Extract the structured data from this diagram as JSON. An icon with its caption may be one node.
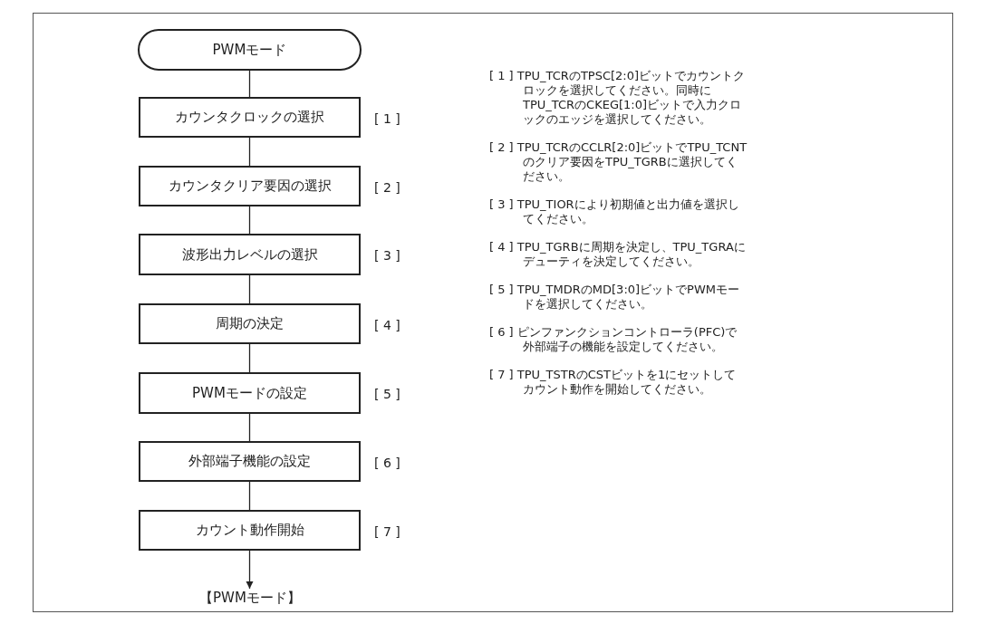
{
  "diagram": {
    "nodes": [
      {
        "text": [
          "PWMモード"
        ]
      },
      {
        "text": [
          "カウンタクロックの選択"
        ],
        "beside": [
          "[ 1 ]"
        ]
      },
      {
        "text": [
          "カウンタクリア要因の選択"
        ],
        "beside": [
          "[ 2 ]"
        ]
      },
      {
        "text": [
          "波形出力レベルの選択"
        ],
        "beside": [
          "[ 3 ]"
        ]
      },
      {
        "text": [
          "周期の決定"
        ],
        "beside": [
          "[ 4 ]"
        ]
      },
      {
        "text": [
          "PWMモードの設定"
        ],
        "beside": [
          "[ 5 ]"
        ]
      },
      {
        "text": [
          "外部端子機能の設定"
        ],
        "beside": [
          "[ 6 ]"
        ]
      },
      {
        "text": [
          "カウント動作開始"
        ],
        "beside": [
          "[ 7 ]"
        ]
      },
      {
        "text": [
          "【PWMモード】"
        ]
      }
    ],
    "edges": [
      {
        "from": 0,
        "to": 1,
        "arrow": "none"
      },
      {
        "from": 1,
        "to": 2,
        "arrow": "none"
      },
      {
        "from": 2,
        "to": 3,
        "arrow": "none"
      },
      {
        "from": 3,
        "to": 4,
        "arrow": "none"
      },
      {
        "from": 4,
        "to": 5,
        "arrow": "none"
      },
      {
        "from": 5,
        "to": 6,
        "arrow": "none"
      },
      {
        "from": 6,
        "to": 7,
        "arrow": "none"
      },
      {
        "from": 7,
        "to": 8,
        "arrow": "to"
      }
    ],
    "labels": [
      "[ 1 ] TPU_TCRのTPSC[2:0]ビットでカウントクロックを選択してください。同時にTPU_TCRのCKEG[1:0]ビットで入力クロックのエッジを選択してください。",
      "[ 2 ] TPU_TCRのCCLR[2:0]ビットでTPU_TCNTのクリア要因をTPU_TGRBに選択してください。",
      "[ 3 ] TPU_TIORにより初期値と出力値を選択してください。",
      "[ 4 ] TPU_TGRBに周期を決定し、TPU_TGRAにデューティを決定してください。",
      "[ 5 ] TPU_TMDRのMD[3:0]ビットでPWMモードを選択してください。",
      "[ 6 ] ピンファンクションコントローラ(PFC)で外部端子の機能を設定してください。",
      "[ 7 ] TPU_TSTRのCSTビットを1にセットしてカウント動作を開始してください。"
    ]
  }
}
